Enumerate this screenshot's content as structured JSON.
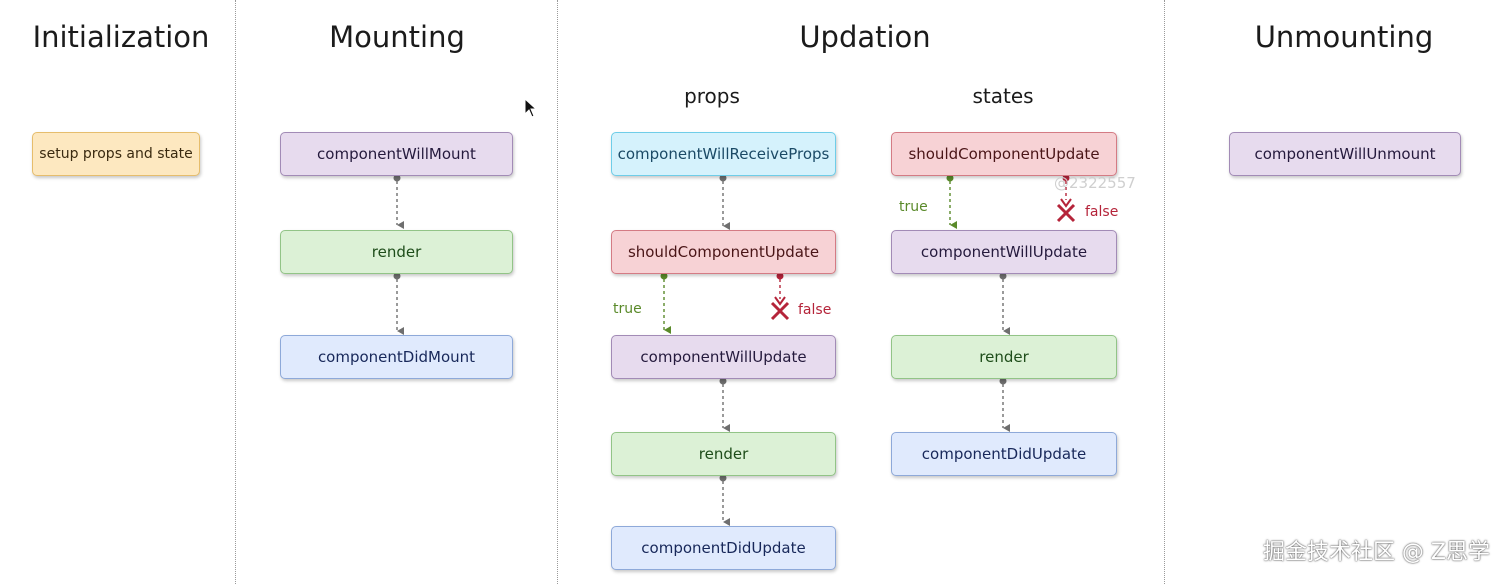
{
  "phases": {
    "initialization": "Initialization",
    "mounting": "Mounting",
    "updation": "Updation",
    "unmounting": "Unmounting"
  },
  "subheads": {
    "props": "props",
    "states": "states"
  },
  "nodes": {
    "init_setup": "setup props and state",
    "mount_will": "componentWillMount",
    "mount_render": "render",
    "mount_did": "componentDidMount",
    "props_receive": "componentWillReceiveProps",
    "props_should": "shouldComponentUpdate",
    "props_will": "componentWillUpdate",
    "props_render": "render",
    "props_did": "componentDidUpdate",
    "states_should": "shouldComponentUpdate",
    "states_will": "componentWillUpdate",
    "states_render": "render",
    "states_did": "componentDidUpdate",
    "unmount_will": "componentWillUnmount"
  },
  "edge_labels": {
    "true": "true",
    "false": "false"
  },
  "faint_handle": "@2322557",
  "watermark": "掘金技术社区 @ Z思学",
  "colors": {
    "orange": "#fde8c0",
    "purple": "#e7dbee",
    "green": "#dcf1d6",
    "blue": "#e0eafd",
    "cyan": "#d5f2fc",
    "red": "#f7d2d5",
    "true_green": "#5a8a2a",
    "false_red": "#b5243a"
  }
}
